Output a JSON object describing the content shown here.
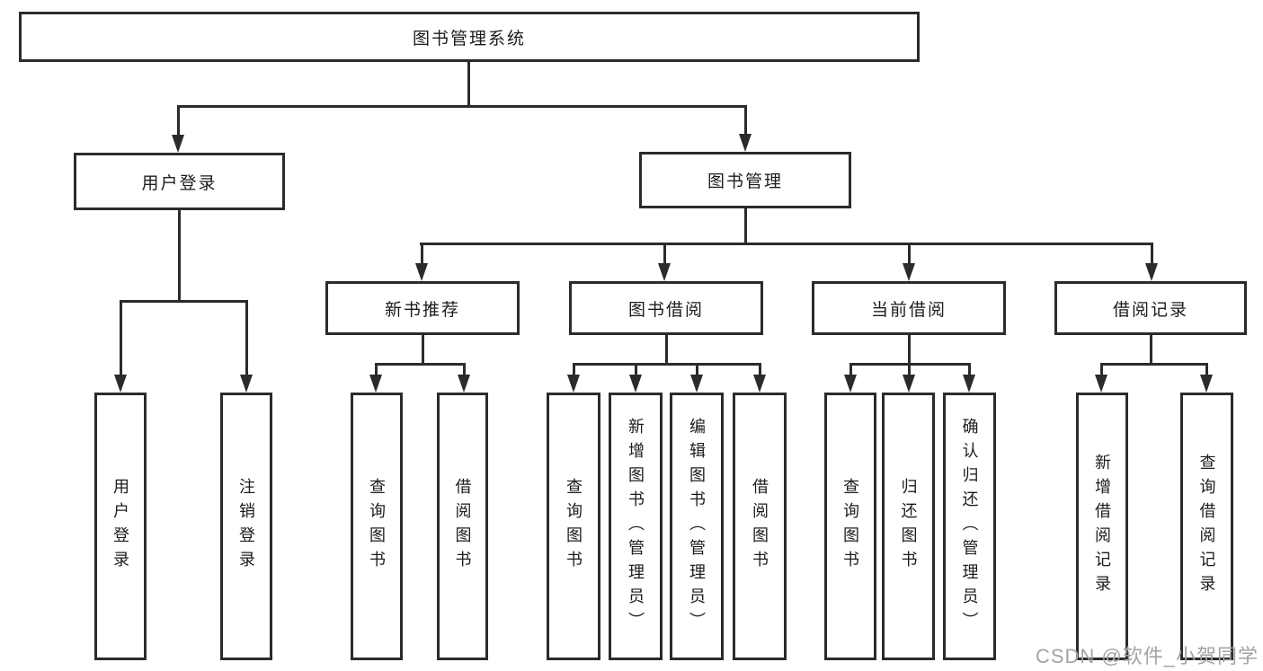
{
  "diagram": {
    "root": {
      "label": "图书管理系统"
    },
    "branches": {
      "user_login": {
        "label": "用户登录",
        "children": [
          {
            "label": "用户登录"
          },
          {
            "label": "注销登录"
          }
        ]
      },
      "book_mgmt": {
        "label": "图书管理",
        "sections": [
          {
            "label": "新书推荐",
            "children": [
              {
                "label": "查询图书"
              },
              {
                "label": "借阅图书"
              }
            ]
          },
          {
            "label": "图书借阅",
            "children": [
              {
                "label": "查询图书"
              },
              {
                "label": "新增图书（管理员）"
              },
              {
                "label": "编辑图书（管理员）"
              },
              {
                "label": "借阅图书"
              }
            ]
          },
          {
            "label": "当前借阅",
            "children": [
              {
                "label": "查询图书"
              },
              {
                "label": "归还图书"
              },
              {
                "label": "确认归还（管理员）"
              }
            ]
          },
          {
            "label": "借阅记录",
            "children": [
              {
                "label": "新增借阅记录"
              },
              {
                "label": "查询借阅记录"
              }
            ]
          }
        ]
      }
    }
  },
  "watermark": {
    "text": "CSDN @软件_小贺同学"
  },
  "colors": {
    "line": "#2b2b2b",
    "text": "#1c1c1c",
    "watermark": "#a3a3a3",
    "background": "#ffffff"
  }
}
